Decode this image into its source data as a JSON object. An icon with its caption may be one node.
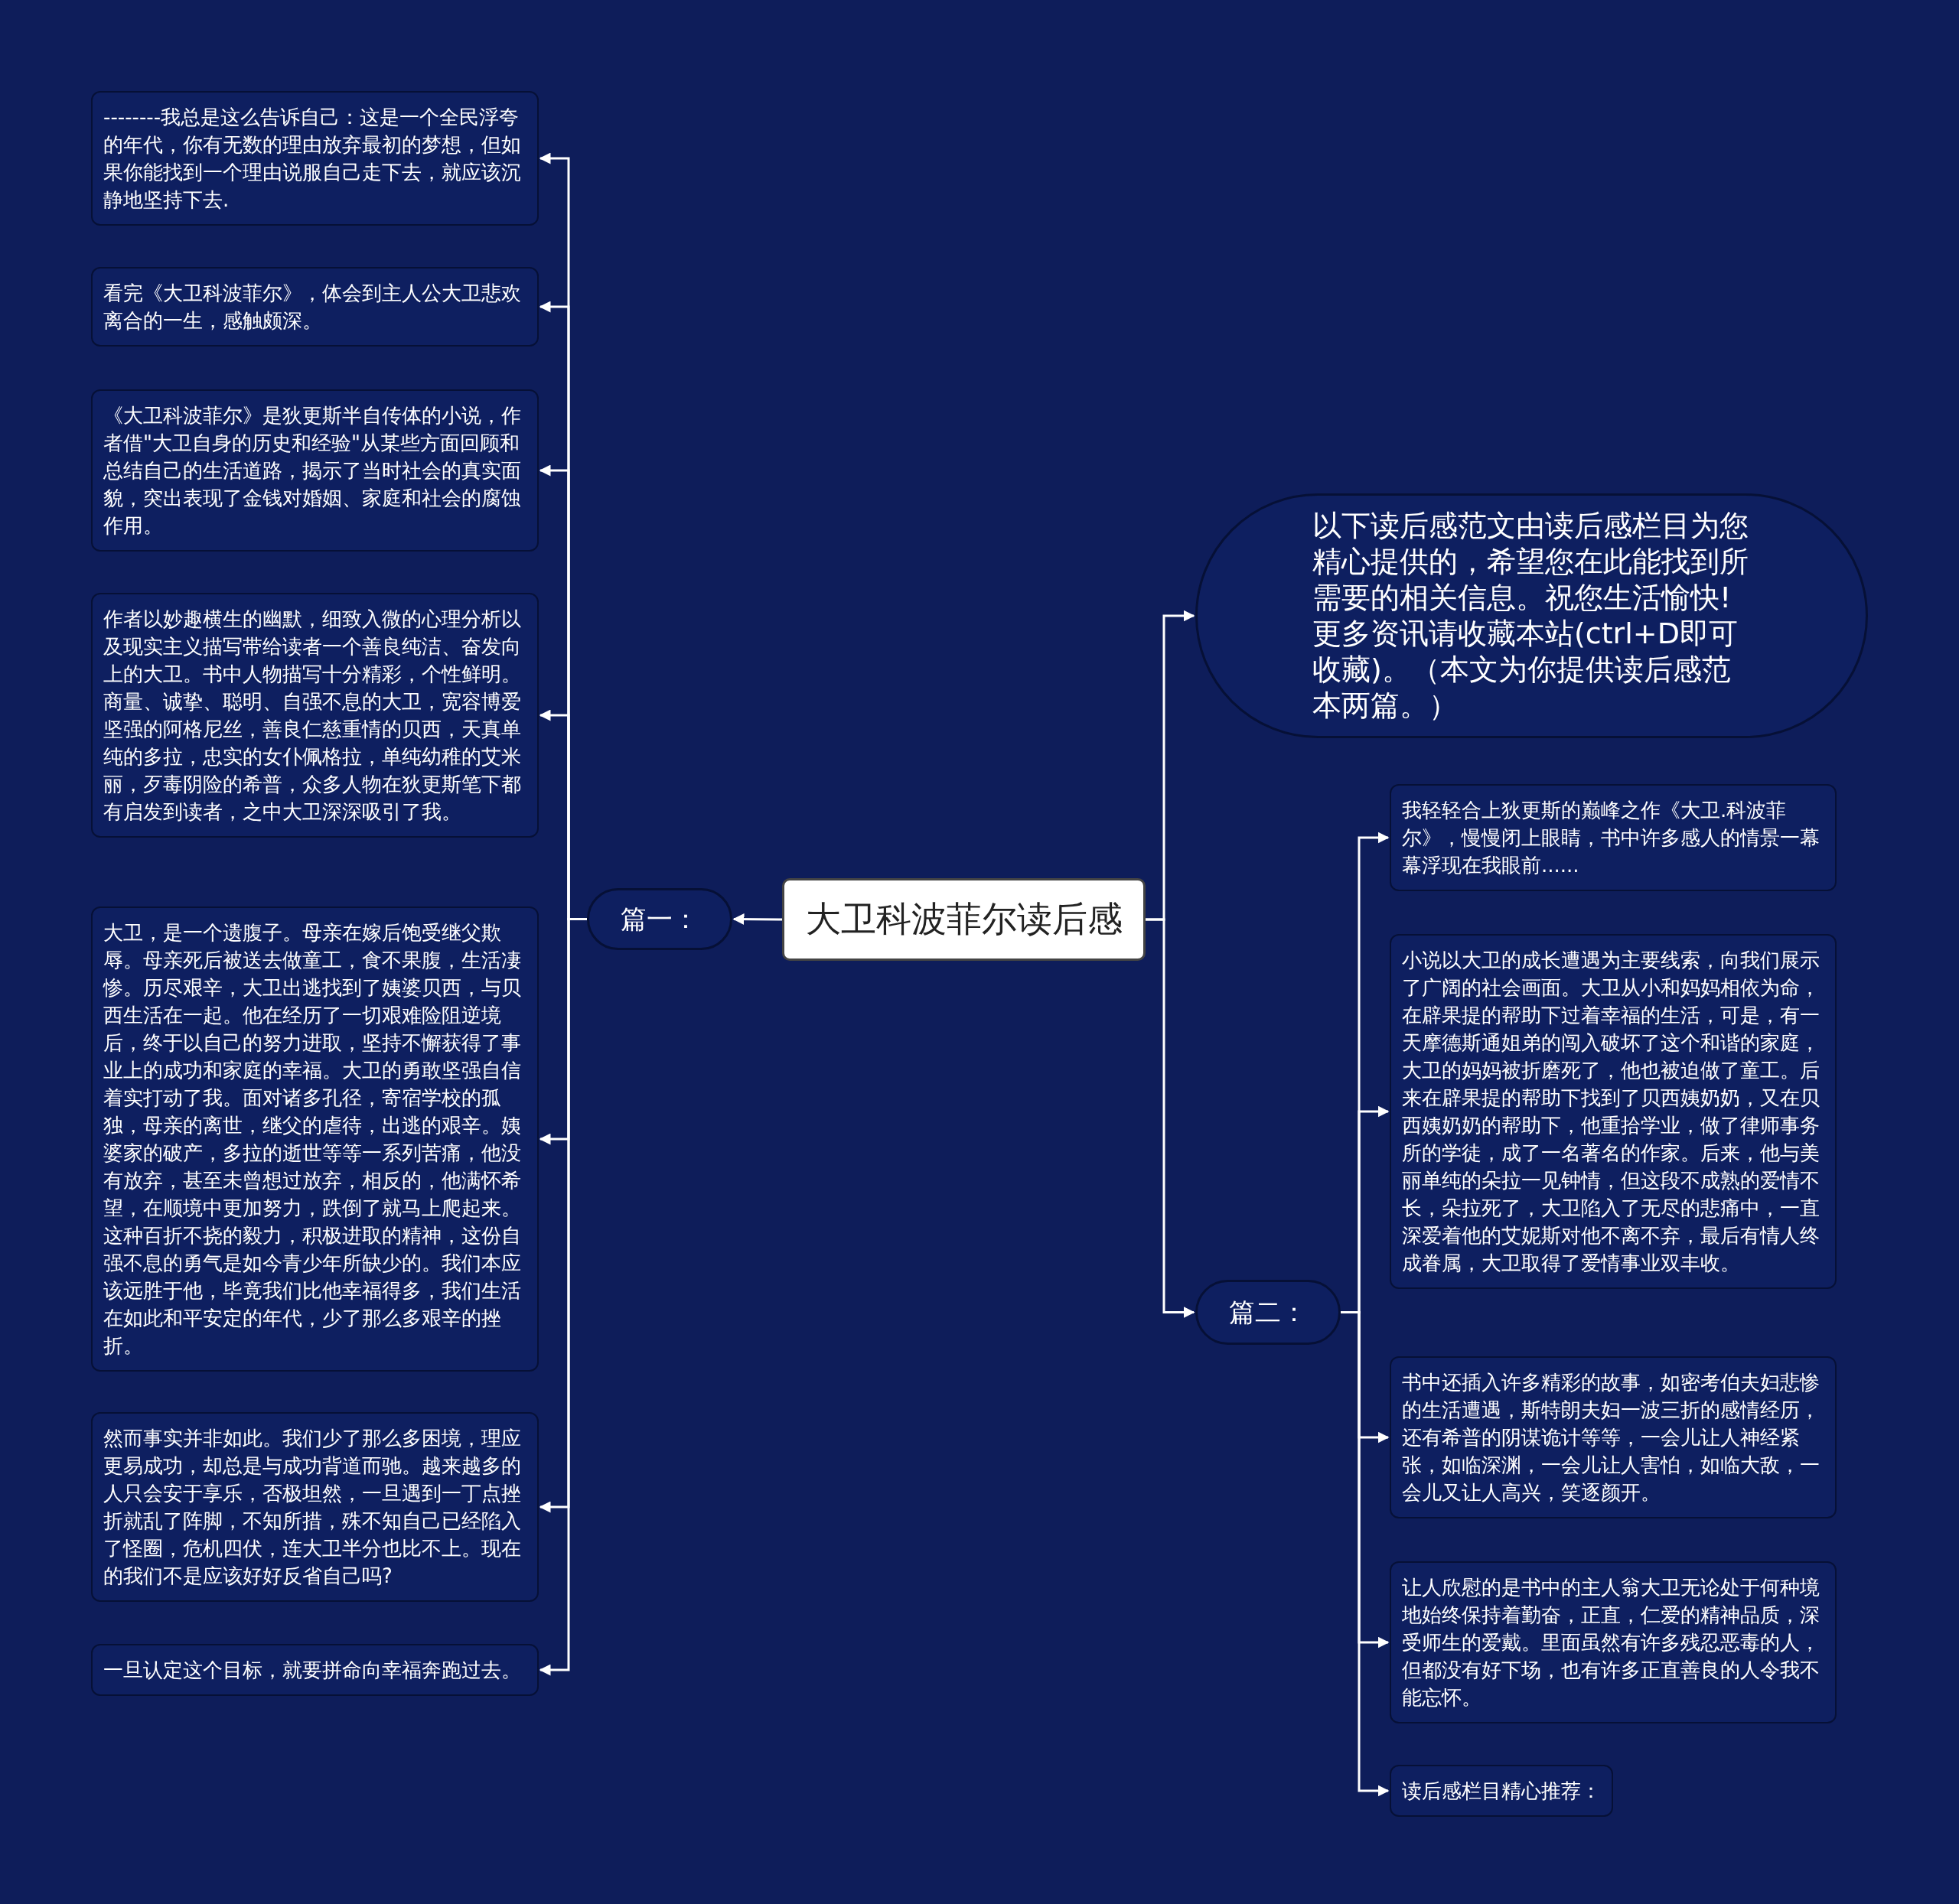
{
  "diagram": {
    "nodes": [
      {
        "text": [
          "大卫科波菲尔读后感"
        ]
      },
      {
        "text": [
          "篇一："
        ]
      },
      {
        "text": [
          "--------我总是这么告诉自己：这是一个全民浮夸的年代，你有无数的理由放弃最初的梦想，但如果你能找到一个理由说服自己走下去，就应该沉静地坚持下去."
        ]
      },
      {
        "text": [
          "看完《大卫科波菲尔》，体会到主人公大卫悲欢离合的一生，感触颇深。"
        ]
      },
      {
        "text": [
          "《大卫科波菲尔》是狄更斯半自传体的小说，作者借\"大卫自身的历史和经验\"从某些方面回顾和总结自己的生活道路，揭示了当时社会的真实面貌，突出表现了金钱对婚姻、家庭和社会的腐蚀作用。"
        ]
      },
      {
        "text": [
          "作者以妙趣横生的幽默，细致入微的心理分析以及现实主义描写带给读者一个善良纯洁、奋发向上的大卫。书中人物描写十分精彩，个性鲜明。商量、诚挚、聪明、自强不息的大卫，宽容博爱坚强的阿格尼丝，善良仁慈重情的贝西，天真单纯的多拉，忠实的女仆佩格拉，单纯幼稚的艾米丽，歹毒阴险的希普，众多人物在狄更斯笔下都有启发到读者，之中大卫深深吸引了我。"
        ]
      },
      {
        "text": [
          "大卫，是一个遗腹子。母亲在嫁后饱受继父欺辱。母亲死后被送去做童工，食不果腹，生活凄惨。历尽艰辛，大卫出逃找到了姨婆贝西，与贝西生活在一起。他在经历了一切艰难险阻逆境后，终于以自己的努力进取，坚持不懈获得了事业上的成功和家庭的幸福。大卫的勇敢坚强自信着实打动了我。面对诸多孔径，寄宿学校的孤独，母亲的离世，继父的虐待，出逃的艰辛。姨婆家的破产，多拉的逝世等等一系列苦痛，他没有放弃，甚至未曾想过放弃，相反的，他满怀希望，在顺境中更加努力，跌倒了就马上爬起来。这种百折不挠的毅力，积极进取的精神，这份自强不息的勇气是如今青少年所缺少的。我们本应该远胜于他，毕竟我们比他幸福得多，我们生活在如此和平安定的年代，少了那么多艰辛的挫折。"
        ]
      },
      {
        "text": [
          "然而事实并非如此。我们少了那么多困境，理应更易成功，却总是与成功背道而驰。越来越多的人只会安于享乐，否极坦然，一旦遇到一丁点挫折就乱了阵脚，不知所措，殊不知自己已经陷入了怪圈，危机四伏，连大卫半分也比不上。现在的我们不是应该好好反省自己吗?"
        ]
      },
      {
        "text": [
          "一旦认定这个目标，就要拼命向幸福奔跑过去。"
        ]
      },
      {
        "text": [
          "以下读后感范文由读后感栏目为您精心提供的，希望您在此能找到所需要的相关信息。祝您生活愉快!更多资讯请收藏本站(ctrl+D即可收藏)。（本文为你提供读后感范本两篇。）"
        ]
      },
      {
        "text": [
          "篇二："
        ]
      },
      {
        "text": [
          "我轻轻合上狄更斯的巅峰之作《大卫.科波菲尔》，慢慢闭上眼睛，书中许多感人的情景一幕幕浮现在我眼前......"
        ]
      },
      {
        "text": [
          "小说以大卫的成长遭遇为主要线索，向我们展示了广阔的社会画面。大卫从小和妈妈相依为命，在辟果提的帮助下过着幸福的生活，可是，有一天摩德斯通姐弟的闯入破坏了这个和谐的家庭，大卫的妈妈被折磨死了，他也被迫做了童工。后来在辟果提的帮助下找到了贝西姨奶奶，又在贝西姨奶奶的帮助下，他重拾学业，做了律师事务所的学徒，成了一名著名的作家。后来，他与美丽单纯的朵拉一见钟情，但这段不成熟的爱情不长，朵拉死了，大卫陷入了无尽的悲痛中，一直深爱着他的艾妮斯对他不离不弃，最后有情人终成眷属，大卫取得了爱情事业双丰收。"
        ]
      },
      {
        "text": [
          "书中还插入许多精彩的故事，如密考伯夫妇悲惨的生活遭遇，斯特朗夫妇一波三折的感情经历，还有希普的阴谋诡计等等，一会儿让人神经紧张，如临深渊，一会儿让人害怕，如临大敌，一会儿又让人高兴，笑逐颜开。"
        ]
      },
      {
        "text": [
          "让人欣慰的是书中的主人翁大卫无论处于何种境地始终保持着勤奋，正直，仁爱的精神品质，深受师生的爱戴。里面虽然有许多残忍恶毒的人，但都没有好下场，也有许多正直善良的人令我不能忘怀。"
        ]
      },
      {
        "text": [
          "读后感栏目精心推荐："
        ]
      }
    ],
    "edges": [
      {
        "from": 0,
        "to": 1,
        "arrow": "to"
      },
      {
        "from": 1,
        "to": 2,
        "arrow": "to"
      },
      {
        "from": 1,
        "to": 3,
        "arrow": "to"
      },
      {
        "from": 1,
        "to": 4,
        "arrow": "to"
      },
      {
        "from": 1,
        "to": 5,
        "arrow": "to"
      },
      {
        "from": 1,
        "to": 6,
        "arrow": "to"
      },
      {
        "from": 1,
        "to": 7,
        "arrow": "to"
      },
      {
        "from": 1,
        "to": 8,
        "arrow": "to"
      },
      {
        "from": 0,
        "to": 9,
        "arrow": "to"
      },
      {
        "from": 0,
        "to": 10,
        "arrow": "to"
      },
      {
        "from": 10,
        "to": 11,
        "arrow": "to"
      },
      {
        "from": 10,
        "to": 12,
        "arrow": "to"
      },
      {
        "from": 10,
        "to": 13,
        "arrow": "to"
      },
      {
        "from": 10,
        "to": 14,
        "arrow": "to"
      },
      {
        "from": 10,
        "to": 15,
        "arrow": "to"
      }
    ]
  }
}
